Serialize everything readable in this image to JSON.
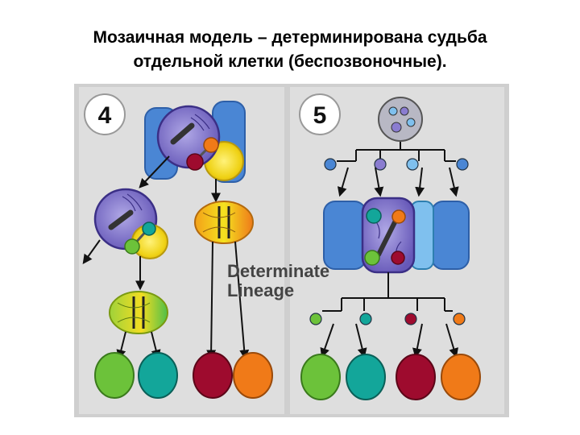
{
  "title": {
    "line1": "Мозаичная модель – детерминирована  судьба",
    "line2": "отдельной клетки (беспозвоночные)."
  },
  "panels": [
    {
      "label": "4"
    },
    {
      "label": "5"
    }
  ],
  "figure_text": {
    "line1": "Determinate",
    "line2": "Lineage"
  },
  "colors": {
    "panel_bg": "#dcdcdc",
    "blue_cell": "#4a86d4",
    "light_blue": "#7fc0ee",
    "purple": "#7c6cc4",
    "yellow": "#ecd21a",
    "green": "#6cc23a",
    "teal": "#13a69a",
    "dark_red": "#9e0b2e",
    "orange": "#f07a18"
  }
}
